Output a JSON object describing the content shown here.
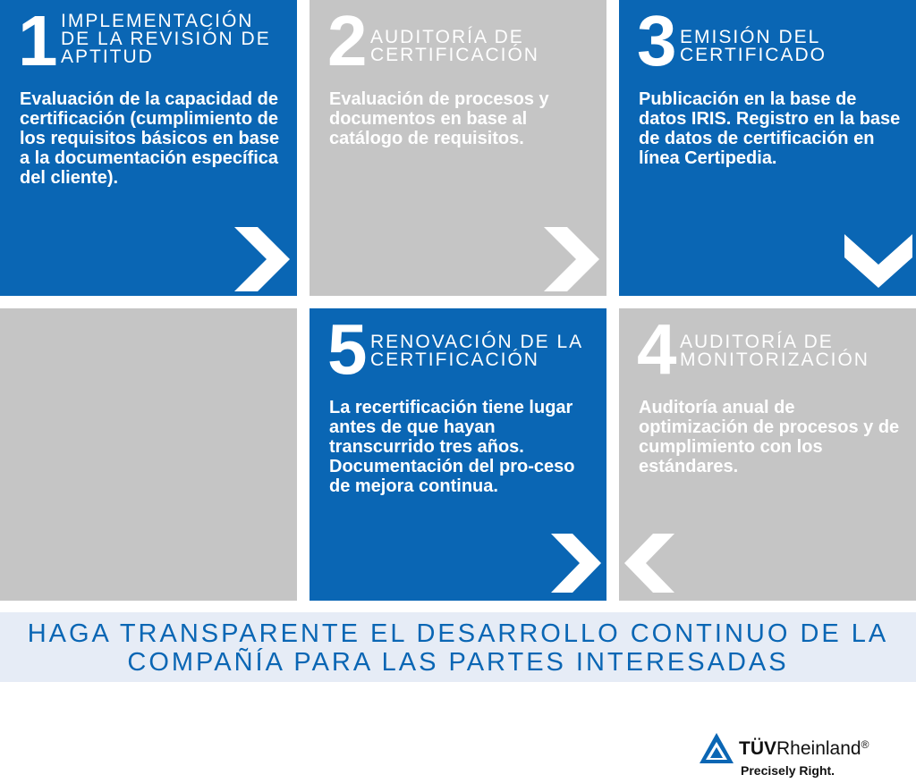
{
  "colors": {
    "blue": "#0a66b4",
    "gray": "#c5c5c5",
    "banner_bg": "#e6ecf6",
    "text_on_tile": "#ffffff"
  },
  "steps": [
    {
      "number": "1",
      "heading": "IMPLEMENTACIÓN DE LA REVISIÓN DE APTITUD",
      "description": "Evaluación de la capacidad de certificación (cumplimiento de los requisitos básicos en base a la documentación específica del cliente).",
      "color": "blue",
      "arrow": "chevron-right-icon"
    },
    {
      "number": "2",
      "heading": "AUDITORÍA DE CERTIFICACIÓN",
      "description": "Evaluación de procesos y documentos en base al catálogo de requisitos.",
      "color": "gray",
      "arrow": "chevron-right-icon"
    },
    {
      "number": "3",
      "heading": "EMISIÓN DEL CERTIFICADO",
      "description": "Publicación en la base de datos IRIS. Registro en la base de datos de certificación en línea Certipedia.",
      "color": "blue",
      "arrow": "chevron-down-icon"
    },
    {
      "number": "4",
      "heading": "AUDITORÍA DE MONITORIZACIÓN",
      "description": "Auditoría anual de optimización de procesos y de cumplimiento con los estándares.",
      "color": "gray",
      "arrow": "chevron-left-icon"
    },
    {
      "number": "5",
      "heading": "RENOVACIÓN DE LA CERTIFICACIÓN",
      "description": "La recertificación tiene lugar antes de que hayan transcurrido tres años. Documentación del pro-ceso de mejora continua.",
      "color": "blue",
      "arrow": "chevron-right-icon"
    }
  ],
  "banner": {
    "line1": "HAGA TRANSPARENTE EL DESARROLLO CONTINUO DE LA",
    "line2": "COMPAÑÍA PARA LAS PARTES INTERESADAS"
  },
  "logo": {
    "brand_bold": "TÜV",
    "brand_rest": "Rheinland",
    "registered": "®",
    "tagline": "Precisely Right."
  }
}
